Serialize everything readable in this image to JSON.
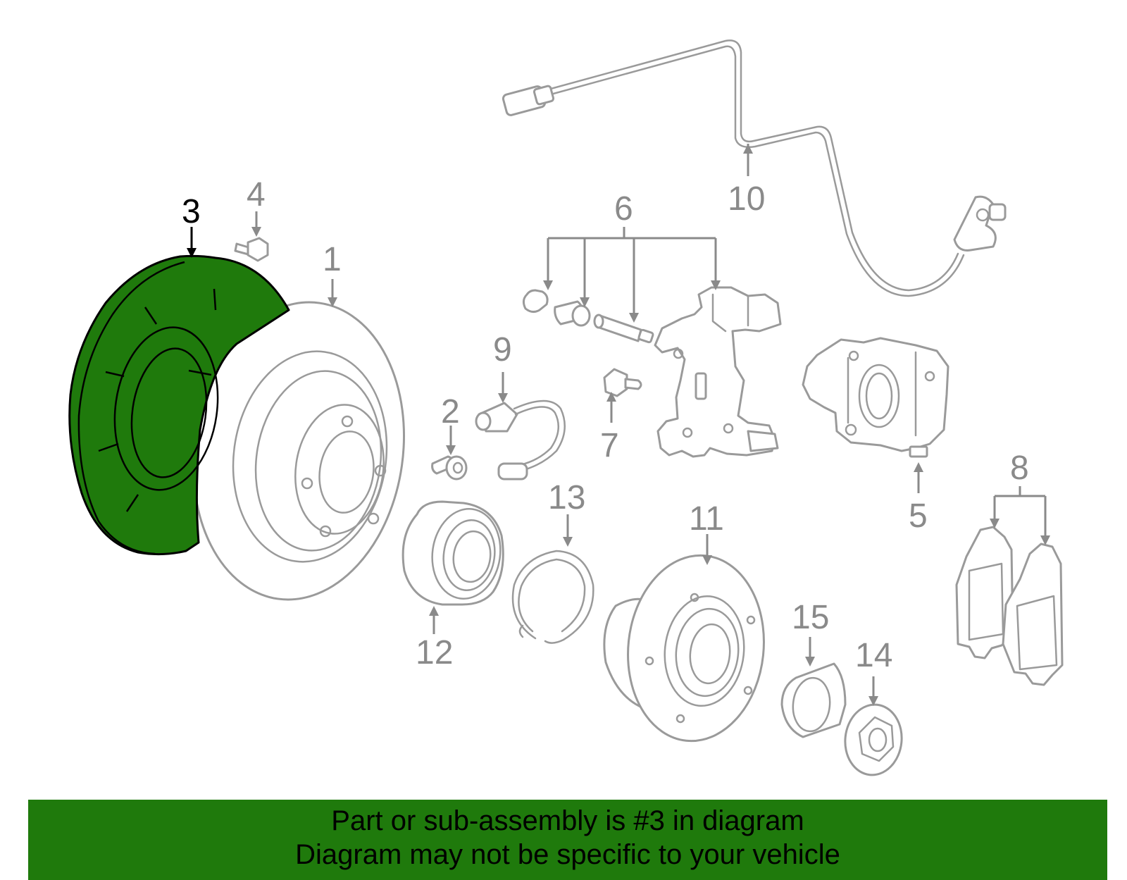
{
  "labels": {
    "p1": "1",
    "p2": "2",
    "p3": "3",
    "p4": "4",
    "p5": "5",
    "p6": "6",
    "p7": "7",
    "p8": "8",
    "p9": "9",
    "p10": "10",
    "p11": "11",
    "p12": "12",
    "p13": "13",
    "p14": "14",
    "p15": "15"
  },
  "highlighted_part": "3",
  "colors": {
    "highlight_fill": "#1f7a0c",
    "part_stroke": "#9a9a9a",
    "label_gray": "#8a8a8a"
  },
  "banner": {
    "line1": "Part or sub-assembly is #3 in diagram",
    "line2": "Diagram may not be specific to your vehicle"
  }
}
